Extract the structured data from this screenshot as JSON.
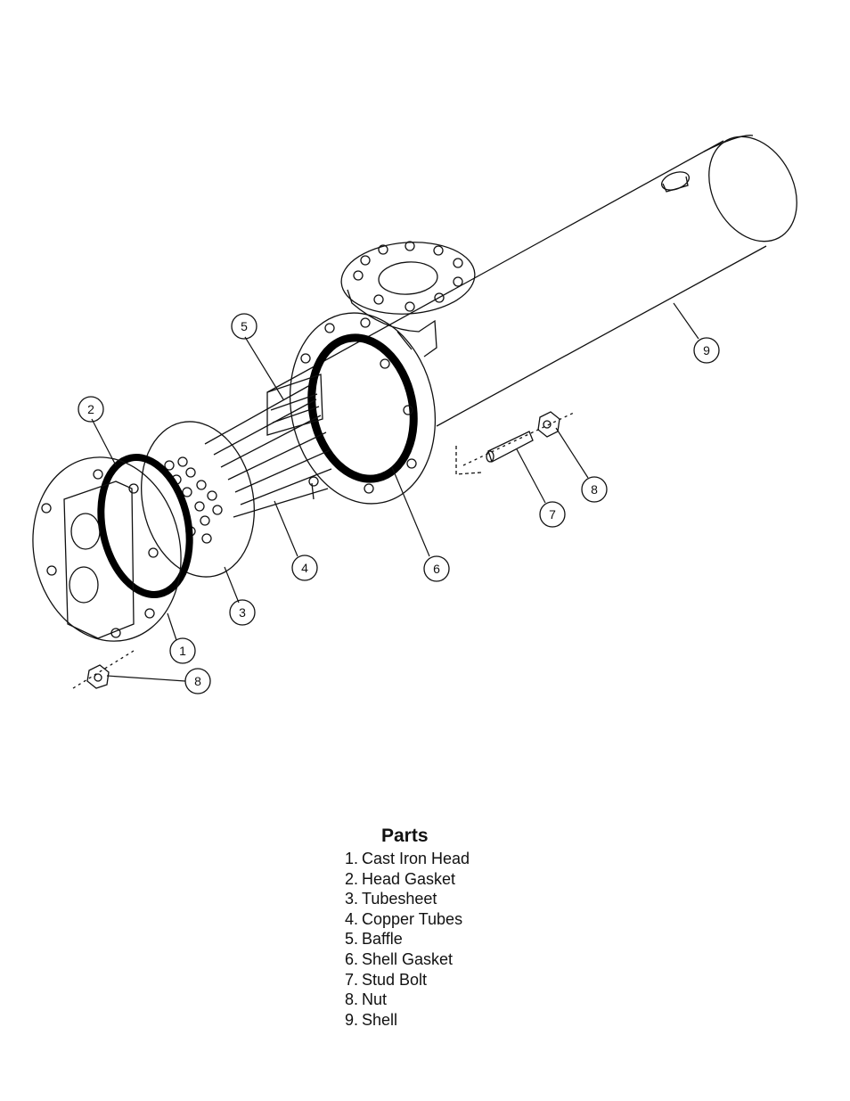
{
  "callouts": [
    "1",
    "2",
    "3",
    "4",
    "5",
    "6",
    "7",
    "8",
    "8",
    "9"
  ],
  "parts": {
    "title": "Parts",
    "items": [
      {
        "num": "1.",
        "name": "Cast Iron Head"
      },
      {
        "num": "2.",
        "name": "Head Gasket"
      },
      {
        "num": "3.",
        "name": "Tubesheet"
      },
      {
        "num": "4.",
        "name": "Copper Tubes"
      },
      {
        "num": "5.",
        "name": "Baffle"
      },
      {
        "num": "6.",
        "name": "Shell Gasket"
      },
      {
        "num": "7.",
        "name": "Stud Bolt"
      },
      {
        "num": "8.",
        "name": "Nut"
      },
      {
        "num": "9.",
        "name": "Shell"
      }
    ]
  }
}
